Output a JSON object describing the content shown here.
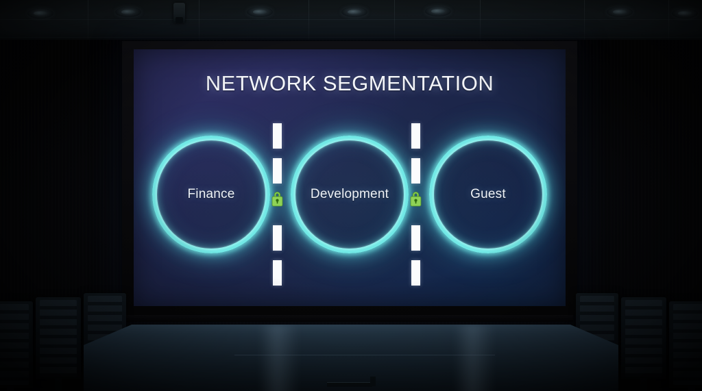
{
  "scene": {
    "type": "conference-room-projection",
    "ceiling": {
      "downlight_count": 7,
      "projector_name": "ceiling-projector"
    },
    "table": {
      "name": "conference-table"
    },
    "chairs": {
      "left_count": 3,
      "right_count": 3
    }
  },
  "slide": {
    "title": "NETWORK SEGMENTATION",
    "background_color": "#20274f",
    "accent_color": "#72e9e6",
    "title_color": "#f4f6fa",
    "zones": [
      {
        "id": "finance",
        "label": "Finance"
      },
      {
        "id": "development",
        "label": "Development"
      },
      {
        "id": "guest",
        "label": "Guest"
      }
    ],
    "dividers": [
      {
        "id": "divider-finance-development",
        "style": "dashed",
        "dash_color": "#fbfcfd",
        "lock": {
          "name": "padlock-icon",
          "state": "locked",
          "color": "#7dc242"
        }
      },
      {
        "id": "divider-development-guest",
        "style": "dashed",
        "dash_color": "#fbfcfd",
        "lock": {
          "name": "padlock-icon",
          "state": "locked",
          "color": "#7dc242"
        }
      }
    ]
  }
}
